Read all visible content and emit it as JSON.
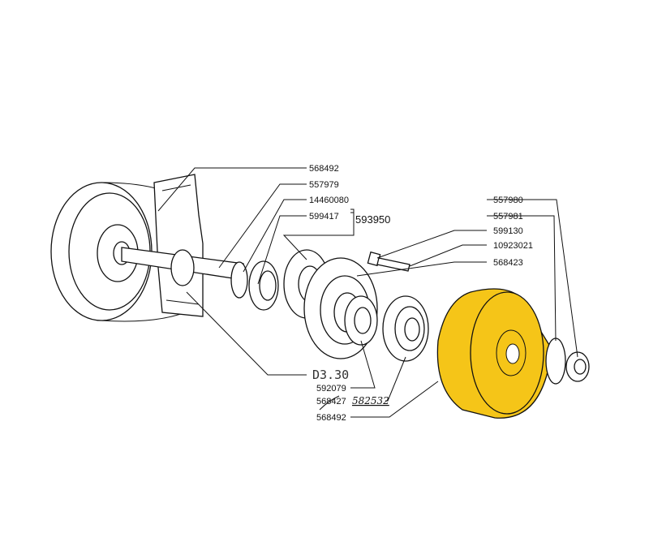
{
  "diagram": {
    "highlight_color": "#f5c518",
    "labels_left": [
      "568492",
      "557979",
      "14460080",
      "599417"
    ],
    "group_label": "593950",
    "labels_right": [
      "557980",
      "557981",
      "599130",
      "10923021",
      "568423"
    ],
    "reference": "D3.30",
    "labels_bottom": [
      "592079",
      "568427",
      "568492"
    ],
    "handwritten_correction": "582532"
  }
}
